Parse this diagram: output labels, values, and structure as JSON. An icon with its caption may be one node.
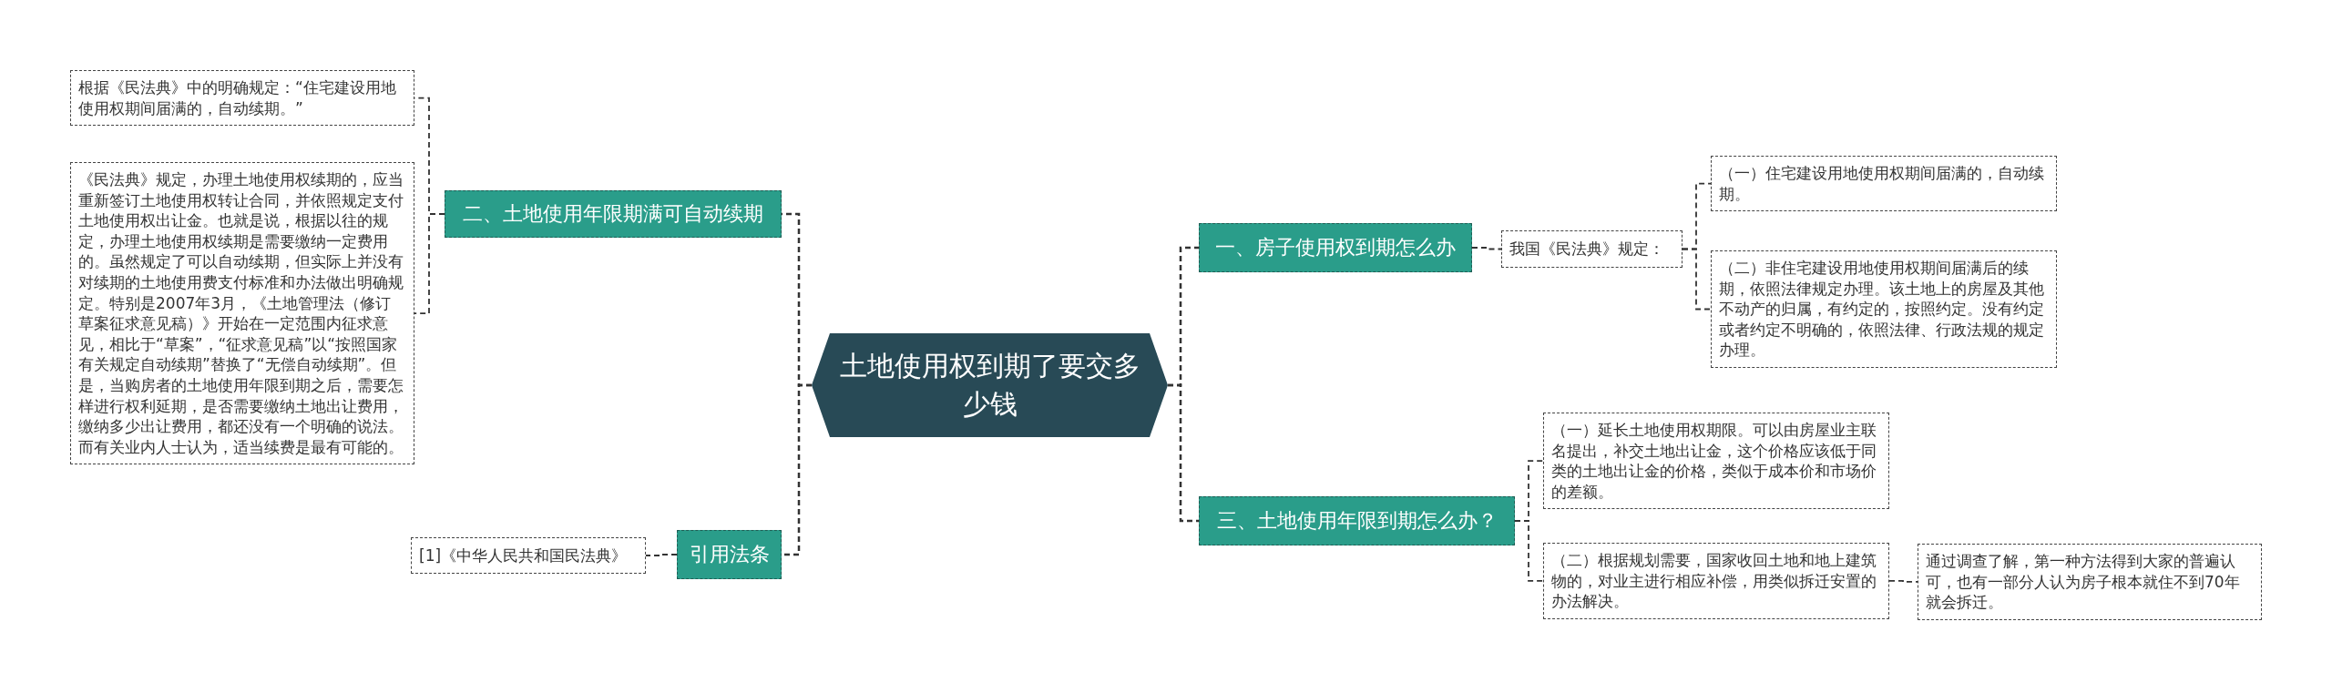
{
  "diagram": {
    "nodes": [
      {
        "text": [
          "土地使用权到期了要交多少钱"
        ]
      },
      {
        "text": [
          "一、房子使用权到期怎么办"
        ]
      },
      {
        "text": [
          "我国《民法典》规定："
        ]
      },
      {
        "text": [
          "（一）住宅建设用地使用权期间届满的，自动续期。"
        ]
      },
      {
        "text": [
          "（二）非住宅建设用地使用权期间届满后的续期，依照法律规定办理。该土地上的房屋及其他不动产的归属，有约定的，按照约定。没有约定或者约定不明确的，依照法律、行政法规的规定办理。"
        ]
      },
      {
        "text": [
          "三、土地使用年限到期怎么办？"
        ]
      },
      {
        "text": [
          "（一）延长土地使用权期限。可以由房屋业主联名提出，补交土地出让金，这个价格应该低于同类的土地出让金的价格，类似于成本价和市场价的差额。"
        ]
      },
      {
        "text": [
          "（二）根据规划需要，国家收回土地和地上建筑物的，对业主进行相应补偿，用类似拆迁安置的办法解决。"
        ]
      },
      {
        "text": [
          "通过调查了解，第一种方法得到大家的普遍认可，也有一部分人认为房子根本就住不到70年就会拆迁。"
        ]
      },
      {
        "text": [
          "二、土地使用年限期满可自动续期"
        ]
      },
      {
        "text": [
          "根据《民法典》中的明确规定：“住宅建设用地使用权期间届满的，自动续期。”"
        ]
      },
      {
        "text": [
          "《民法典》规定，办理土地使用权续期的，应当重新签订土地使用权转让合同，并依照规定支付土地使用权出让金。也就是说，根据以往的规定，办理土地使用权续期是需要缴纳一定费用的。虽然规定了可以自动续期，但实际上并没有对续期的土地使用费支付标准和办法做出明确规定。特别是2007年3月，《土地管理法（修订草案征求意见稿）》开始在一定范围内征求意见，相比于“草案”，“征求意见稿”以“按照国家有关规定自动续期”替换了“无偿自动续期”。但是，当购房者的土地使用年限到期之后，需要怎样进行权利延期，是否需要缴纳土地出让费用，缴纳多少出让费用，都还没有一个明确的说法。而有关业内人士认为，适当续费是最有可能的。"
        ]
      },
      {
        "text": [
          "引用法条"
        ]
      },
      {
        "text": [
          "[1]《中华人民共和国民法典》"
        ]
      }
    ],
    "edges": [
      {
        "from": 0,
        "to": 1,
        "arrow": "none",
        "style": "dashed"
      },
      {
        "from": 0,
        "to": 5,
        "arrow": "none",
        "style": "dashed"
      },
      {
        "from": 0,
        "to": 9,
        "arrow": "none",
        "style": "dashed"
      },
      {
        "from": 0,
        "to": 12,
        "arrow": "none",
        "style": "dashed"
      },
      {
        "from": 1,
        "to": 2,
        "arrow": "none",
        "style": "dashed"
      },
      {
        "from": 2,
        "to": 3,
        "arrow": "none",
        "style": "dashed"
      },
      {
        "from": 2,
        "to": 4,
        "arrow": "none",
        "style": "dashed"
      },
      {
        "from": 5,
        "to": 6,
        "arrow": "none",
        "style": "dashed"
      },
      {
        "from": 5,
        "to": 7,
        "arrow": "none",
        "style": "dashed"
      },
      {
        "from": 7,
        "to": 8,
        "arrow": "none",
        "style": "dashed"
      },
      {
        "from": 9,
        "to": 10,
        "arrow": "none",
        "style": "dashed"
      },
      {
        "from": 9,
        "to": 11,
        "arrow": "none",
        "style": "dashed"
      },
      {
        "from": 12,
        "to": 13,
        "arrow": "none",
        "style": "dashed"
      }
    ]
  }
}
